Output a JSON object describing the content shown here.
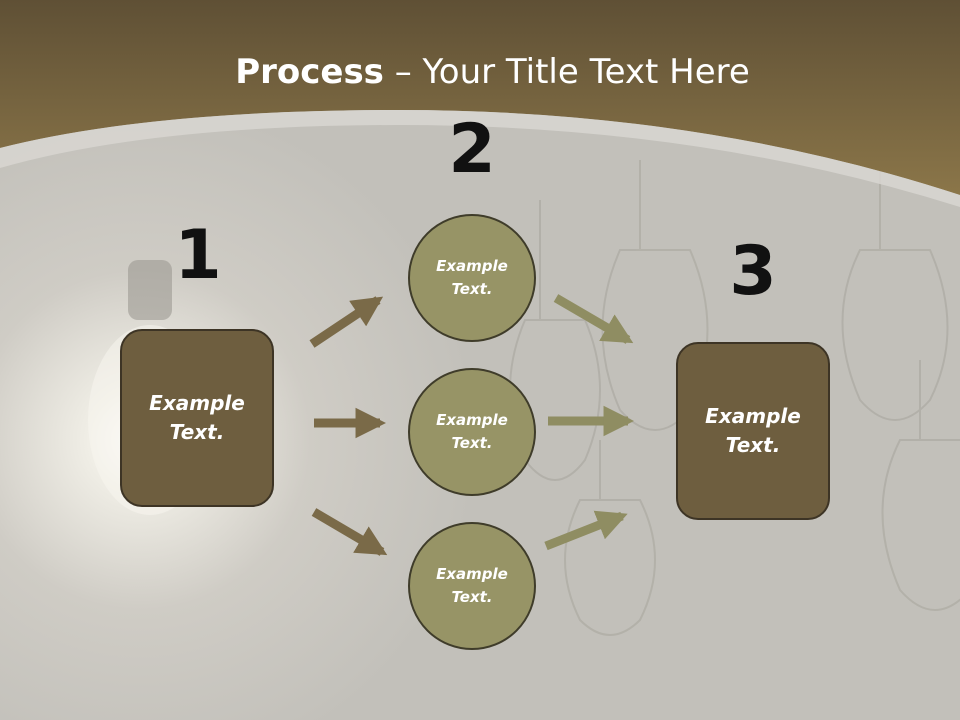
{
  "title": {
    "bold": "Process",
    "rest": " – Your Title Text Here"
  },
  "steps": [
    {
      "number": "1",
      "text": "Example Text."
    },
    {
      "number": "2",
      "text": "Example Text."
    },
    {
      "number": "3",
      "text": "Example Text."
    }
  ],
  "circles": [
    {
      "text": "Example Text."
    },
    {
      "text": "Example Text."
    },
    {
      "text": "Example Text."
    }
  ],
  "colors": {
    "header": "#7d6a47",
    "box": "#6e5e3f",
    "circle": "#979466",
    "arrow_left": "#7a6a48",
    "arrow_right": "#8f8d62"
  }
}
